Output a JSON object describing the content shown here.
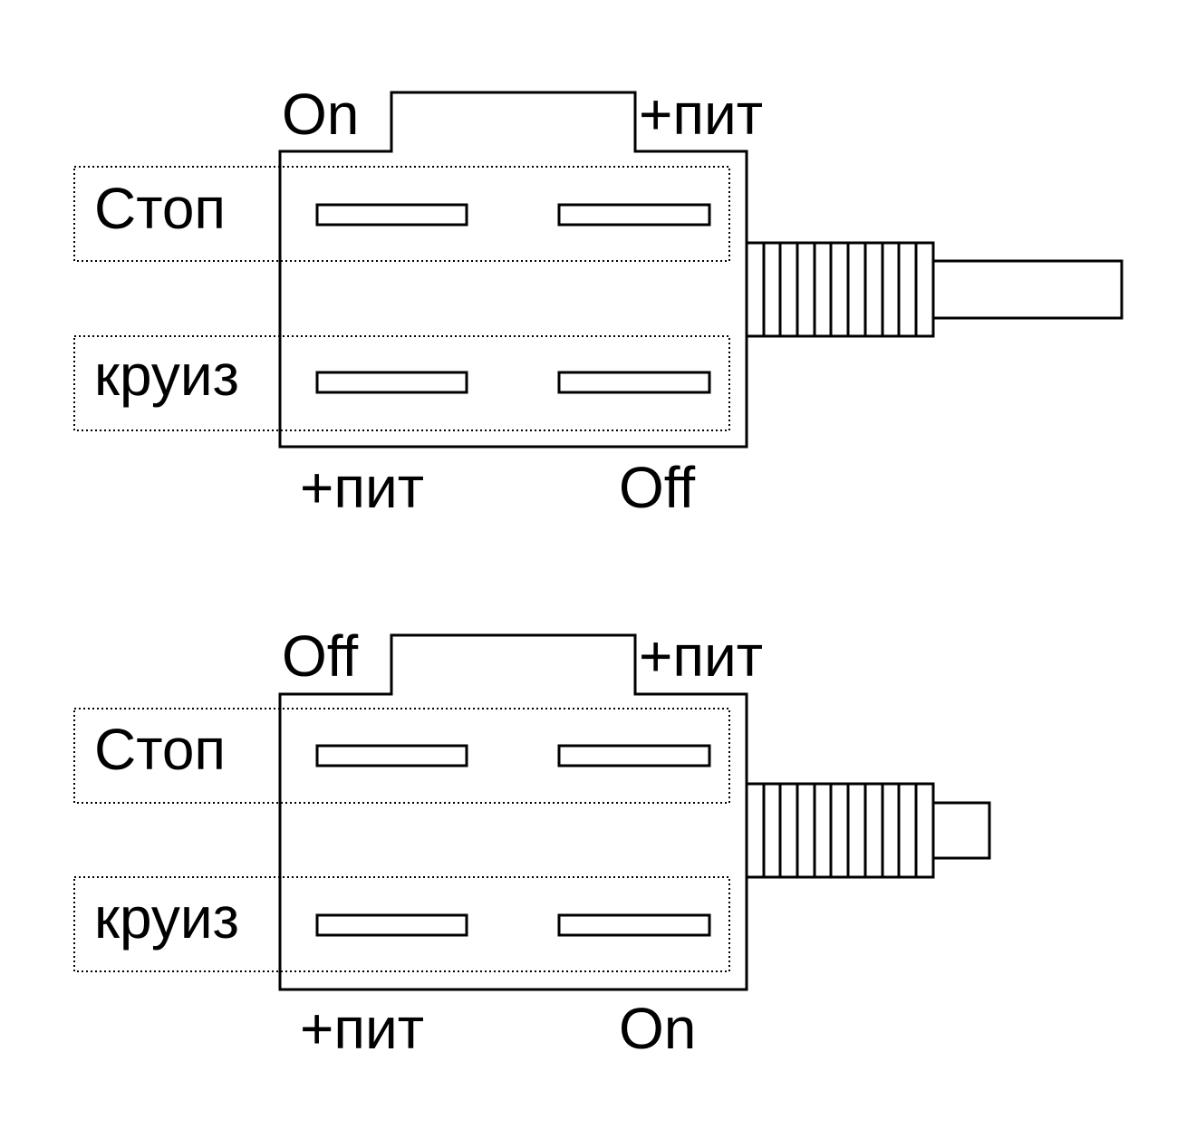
{
  "diagrams": [
    {
      "state": "top",
      "label_top_left": "On",
      "label_top_right": "+пит",
      "row1_label": "Стоп",
      "row2_label": "круиз",
      "label_bottom_left": "+пит",
      "label_bottom_right": "Off"
    },
    {
      "state": "bottom",
      "label_top_left": "Off",
      "label_top_right": "+пит",
      "row1_label": "Стоп",
      "row2_label": "круиз",
      "label_bottom_left": "+пит",
      "label_bottom_right": "On"
    }
  ],
  "colors": {
    "line": "#000000",
    "background": "#ffffff"
  }
}
